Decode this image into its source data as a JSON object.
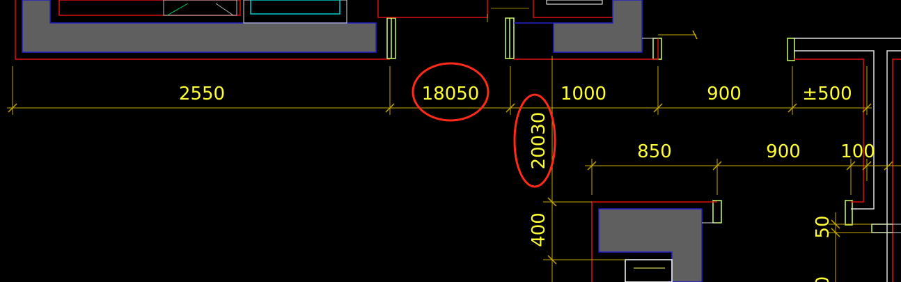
{
  "dimensions": {
    "top_row": [
      "2550",
      "18050",
      "1000",
      "900",
      "±500"
    ],
    "lower_row": [
      "850",
      "900",
      "100"
    ],
    "vertical": [
      "20030",
      "400",
      "50"
    ]
  },
  "colors": {
    "background": "#000000",
    "dimension": "#c8a800",
    "text": "#ffff33",
    "wall_fill": "#5f5f5f",
    "wall_outline": "#2222cc",
    "boundary": "#dd1111",
    "window": "#00cccc",
    "door_marker": "#ccff66",
    "highlight_circle": "#ff2a1a"
  }
}
